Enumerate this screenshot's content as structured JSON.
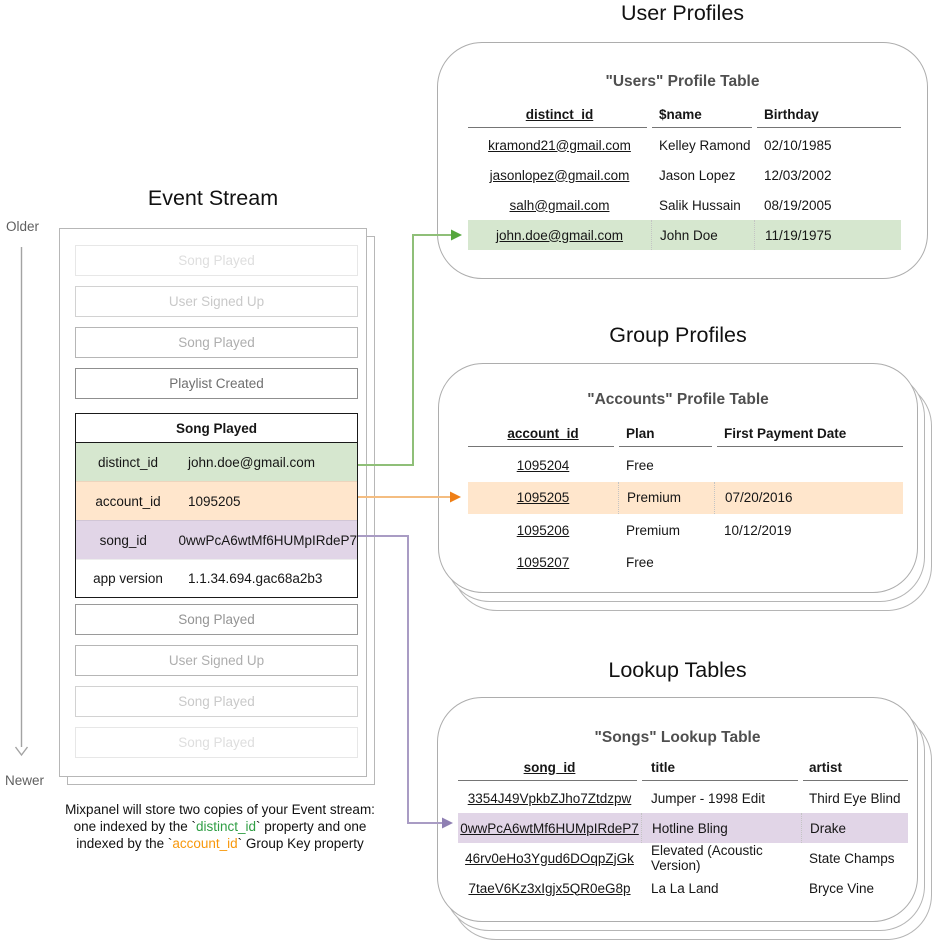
{
  "colors": {
    "green_fill": "#d6e7cf",
    "orange_fill": "#ffe6cc",
    "purple_fill": "#e1d5e7",
    "green_line": "#8fbf78",
    "green_head": "#55a63c",
    "orange_line": "#f4bd81",
    "orange_head": "#ef7f16",
    "purple_line": "#a99cc4",
    "purple_head": "#8f7fb3",
    "timeline_gray": "#a3a3a3",
    "caption_green": "#2f9e44",
    "caption_orange": "#f8980b"
  },
  "event_stream": {
    "title": "Event Stream",
    "older_label": "Older",
    "newer_label": "Newer",
    "events_before": [
      "Song Played",
      "User Signed Up",
      "Song Played",
      "Playlist Created"
    ],
    "expanded_event": {
      "name": "Song Played",
      "properties": [
        {
          "key": "distinct_id",
          "value": "john.doe@gmail.com",
          "highlight": "green"
        },
        {
          "key": "account_id",
          "value": "1095205",
          "highlight": "orange"
        },
        {
          "key": "song_id",
          "value": "0wwPcA6wtMf6HUMpIRdeP7",
          "highlight": "purple"
        },
        {
          "key": "app version",
          "value": "1.1.34.694.gac68a2b3",
          "highlight": "none"
        }
      ]
    },
    "events_after": [
      "Song Played",
      "User Signed Up",
      "Song Played",
      "Song Played"
    ]
  },
  "user_profiles": {
    "section_title": "User Profiles",
    "table_title": "\"Users\" Profile Table",
    "columns": [
      "distinct_id",
      "$name",
      "Birthday"
    ],
    "rows": [
      [
        "kramond21@gmail.com",
        "Kelley Ramond",
        "02/10/1985"
      ],
      [
        "jasonlopez@gmail.com",
        "Jason Lopez",
        "12/03/2002"
      ],
      [
        "salh@gmail.com",
        "Salik Hussain",
        "08/19/2005"
      ],
      [
        "john.doe@gmail.com",
        "John Doe",
        "11/19/1975"
      ]
    ],
    "highlighted_row_index": 3,
    "highlight_color": "green_fill"
  },
  "group_profiles": {
    "section_title": "Group Profiles",
    "table_title": "\"Accounts\" Profile Table",
    "columns": [
      "account_id",
      "Plan",
      "First Payment Date"
    ],
    "rows": [
      [
        "1095204",
        "Free",
        ""
      ],
      [
        "1095205",
        "Premium",
        "07/20/2016"
      ],
      [
        "1095206",
        "Premium",
        "10/12/2019"
      ],
      [
        "1095207",
        "Free",
        ""
      ]
    ],
    "highlighted_row_index": 1,
    "highlight_color": "orange_fill"
  },
  "lookup_tables": {
    "section_title": "Lookup Tables",
    "table_title": "\"Songs\" Lookup Table",
    "columns": [
      "song_id",
      "title",
      "artist"
    ],
    "rows": [
      [
        "3354J49VpkbZJho7Ztdzpw",
        "Jumper - 1998 Edit",
        "Third Eye Blind"
      ],
      [
        "0wwPcA6wtMf6HUMpIRdeP7",
        "Hotline Bling",
        "Drake"
      ],
      [
        "46rv0eHo3Ygud6DOqpZjGk",
        "Elevated (Acoustic Version)",
        "State Champs"
      ],
      [
        "7taeV6Kz3xIgjx5QR0eG8p",
        "La La Land",
        "Bryce Vine"
      ]
    ],
    "highlighted_row_index": 1,
    "highlight_color": "purple_fill"
  },
  "caption": {
    "lines": [
      [
        {
          "text": "Mixpanel will store two copies of your Event stream:"
        }
      ],
      [
        {
          "text": "one indexed by the `"
        },
        {
          "text": "distinct_id",
          "color": "caption_green"
        },
        {
          "text": "` property and one"
        }
      ],
      [
        {
          "text": "indexed by the `"
        },
        {
          "text": "account_id",
          "color": "caption_orange"
        },
        {
          "text": "` Group Key property"
        }
      ]
    ]
  }
}
